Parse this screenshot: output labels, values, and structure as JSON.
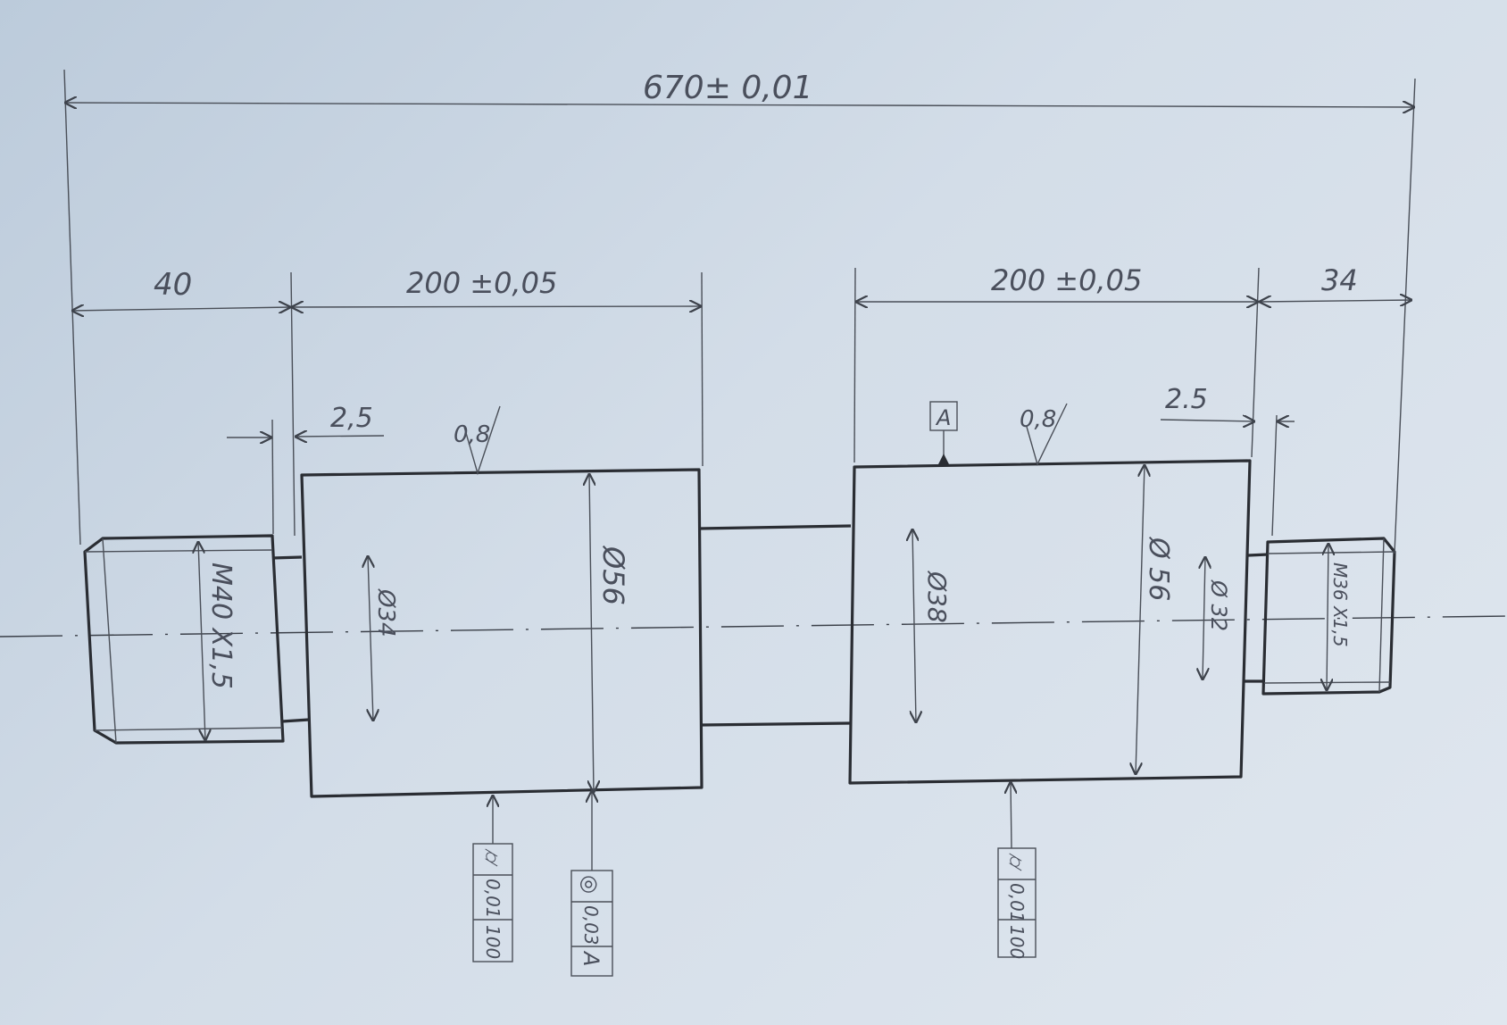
{
  "drawing": {
    "overall_length": "670± 0,01",
    "left_thread_length": "40",
    "left_journal_length": "200 ±0,05",
    "right_journal_length": "200 ±0,05",
    "right_thread_length": "34",
    "left_groove_width": "2,5",
    "right_groove_width": "2.5",
    "left_roughness": "0,8",
    "right_roughness": "0,8",
    "datum": "A",
    "left_thread": "M40 X1,5",
    "right_thread": "M36 X1,5",
    "dia_left_groove": "Ø34",
    "dia_left_journal": "Ø56",
    "dia_middle": "Ø38",
    "dia_right_journal": "Ø 56",
    "dia_right_groove": "Ø 32",
    "frame1": {
      "symbol": "⌭",
      "value": "0,01",
      "length": "100"
    },
    "frame2": {
      "symbol": "◎",
      "value": "0,03",
      "datum": "A"
    },
    "frame3": {
      "symbol": "⌭",
      "value": "0,01",
      "length": "100"
    }
  }
}
